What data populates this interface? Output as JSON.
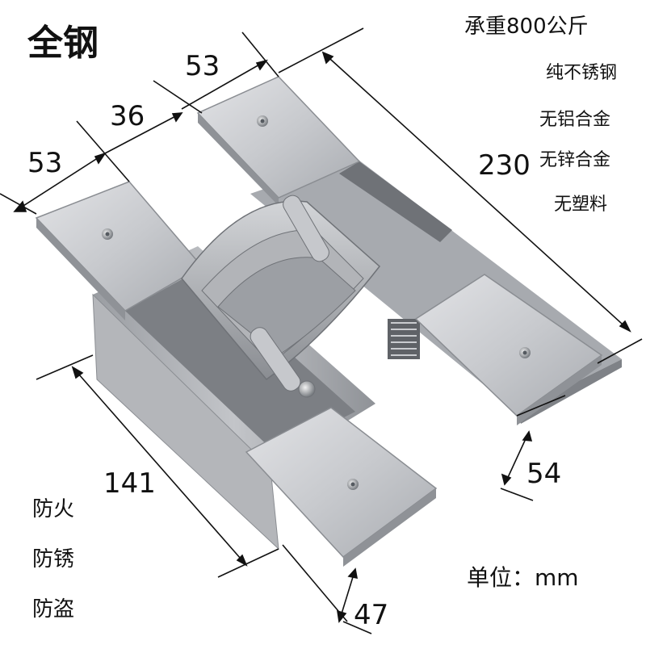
{
  "title": "全钢",
  "load_capacity": "承重800公斤",
  "features_top": [
    "纯不锈钢",
    "无铝合金",
    "无锌合金",
    "无塑料"
  ],
  "features_bottom": [
    "防火",
    "防锈",
    "防盗"
  ],
  "dimensions": {
    "plate_width_left": "53",
    "gap_width": "36",
    "plate_width_top": "53",
    "total_length": "230",
    "body_length": "141",
    "plate_height_right": "54",
    "plate_height_bottom": "47"
  },
  "unit_label": "单位：mm",
  "colors": {
    "steel_light": "#d8d9dc",
    "steel_mid": "#b9bbbf",
    "steel_dark": "#8d9095",
    "screw": "#555a60",
    "dimension_line": "#111111"
  }
}
